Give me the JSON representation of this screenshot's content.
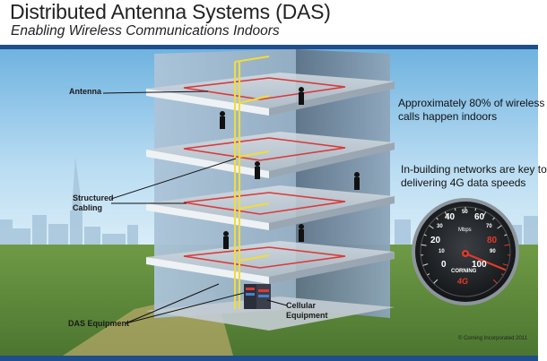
{
  "title": "Distributed Antenna Systems (DAS)",
  "subtitle": "Enabling Wireless Communications Indoors",
  "labels": {
    "antenna": "Antenna",
    "structured_cabling_line1": "Structured",
    "structured_cabling_line2": "Cabling",
    "das_equipment": "DAS Equipment",
    "cellular_equipment_line1": "Cellular",
    "cellular_equipment_line2": "Equipment"
  },
  "callouts": {
    "indoor_calls_line1": "Approximately 80% of wireless",
    "indoor_calls_line2": "calls happen indoors",
    "in_building_line1": "In-building networks are key to",
    "in_building_line2": "delivering 4G data speeds"
  },
  "speedometer": {
    "unit": "Mbps",
    "brand": "CORNING",
    "badge": "4G",
    "major_ticks": [
      "0",
      "20",
      "40",
      "60",
      "80",
      "100"
    ],
    "minor_ticks": [
      "10",
      "30",
      "50",
      "70",
      "90"
    ]
  },
  "copyright": "© Corning Incorporated 2011",
  "colors": {
    "brand_blue": "#1f4e8c",
    "cable_red": "#d93a3a",
    "cable_yellow": "#f2dc3a",
    "sky": "#8fc6e8",
    "grass": "#5f8a3a",
    "speed_red": "#e23a2a"
  }
}
